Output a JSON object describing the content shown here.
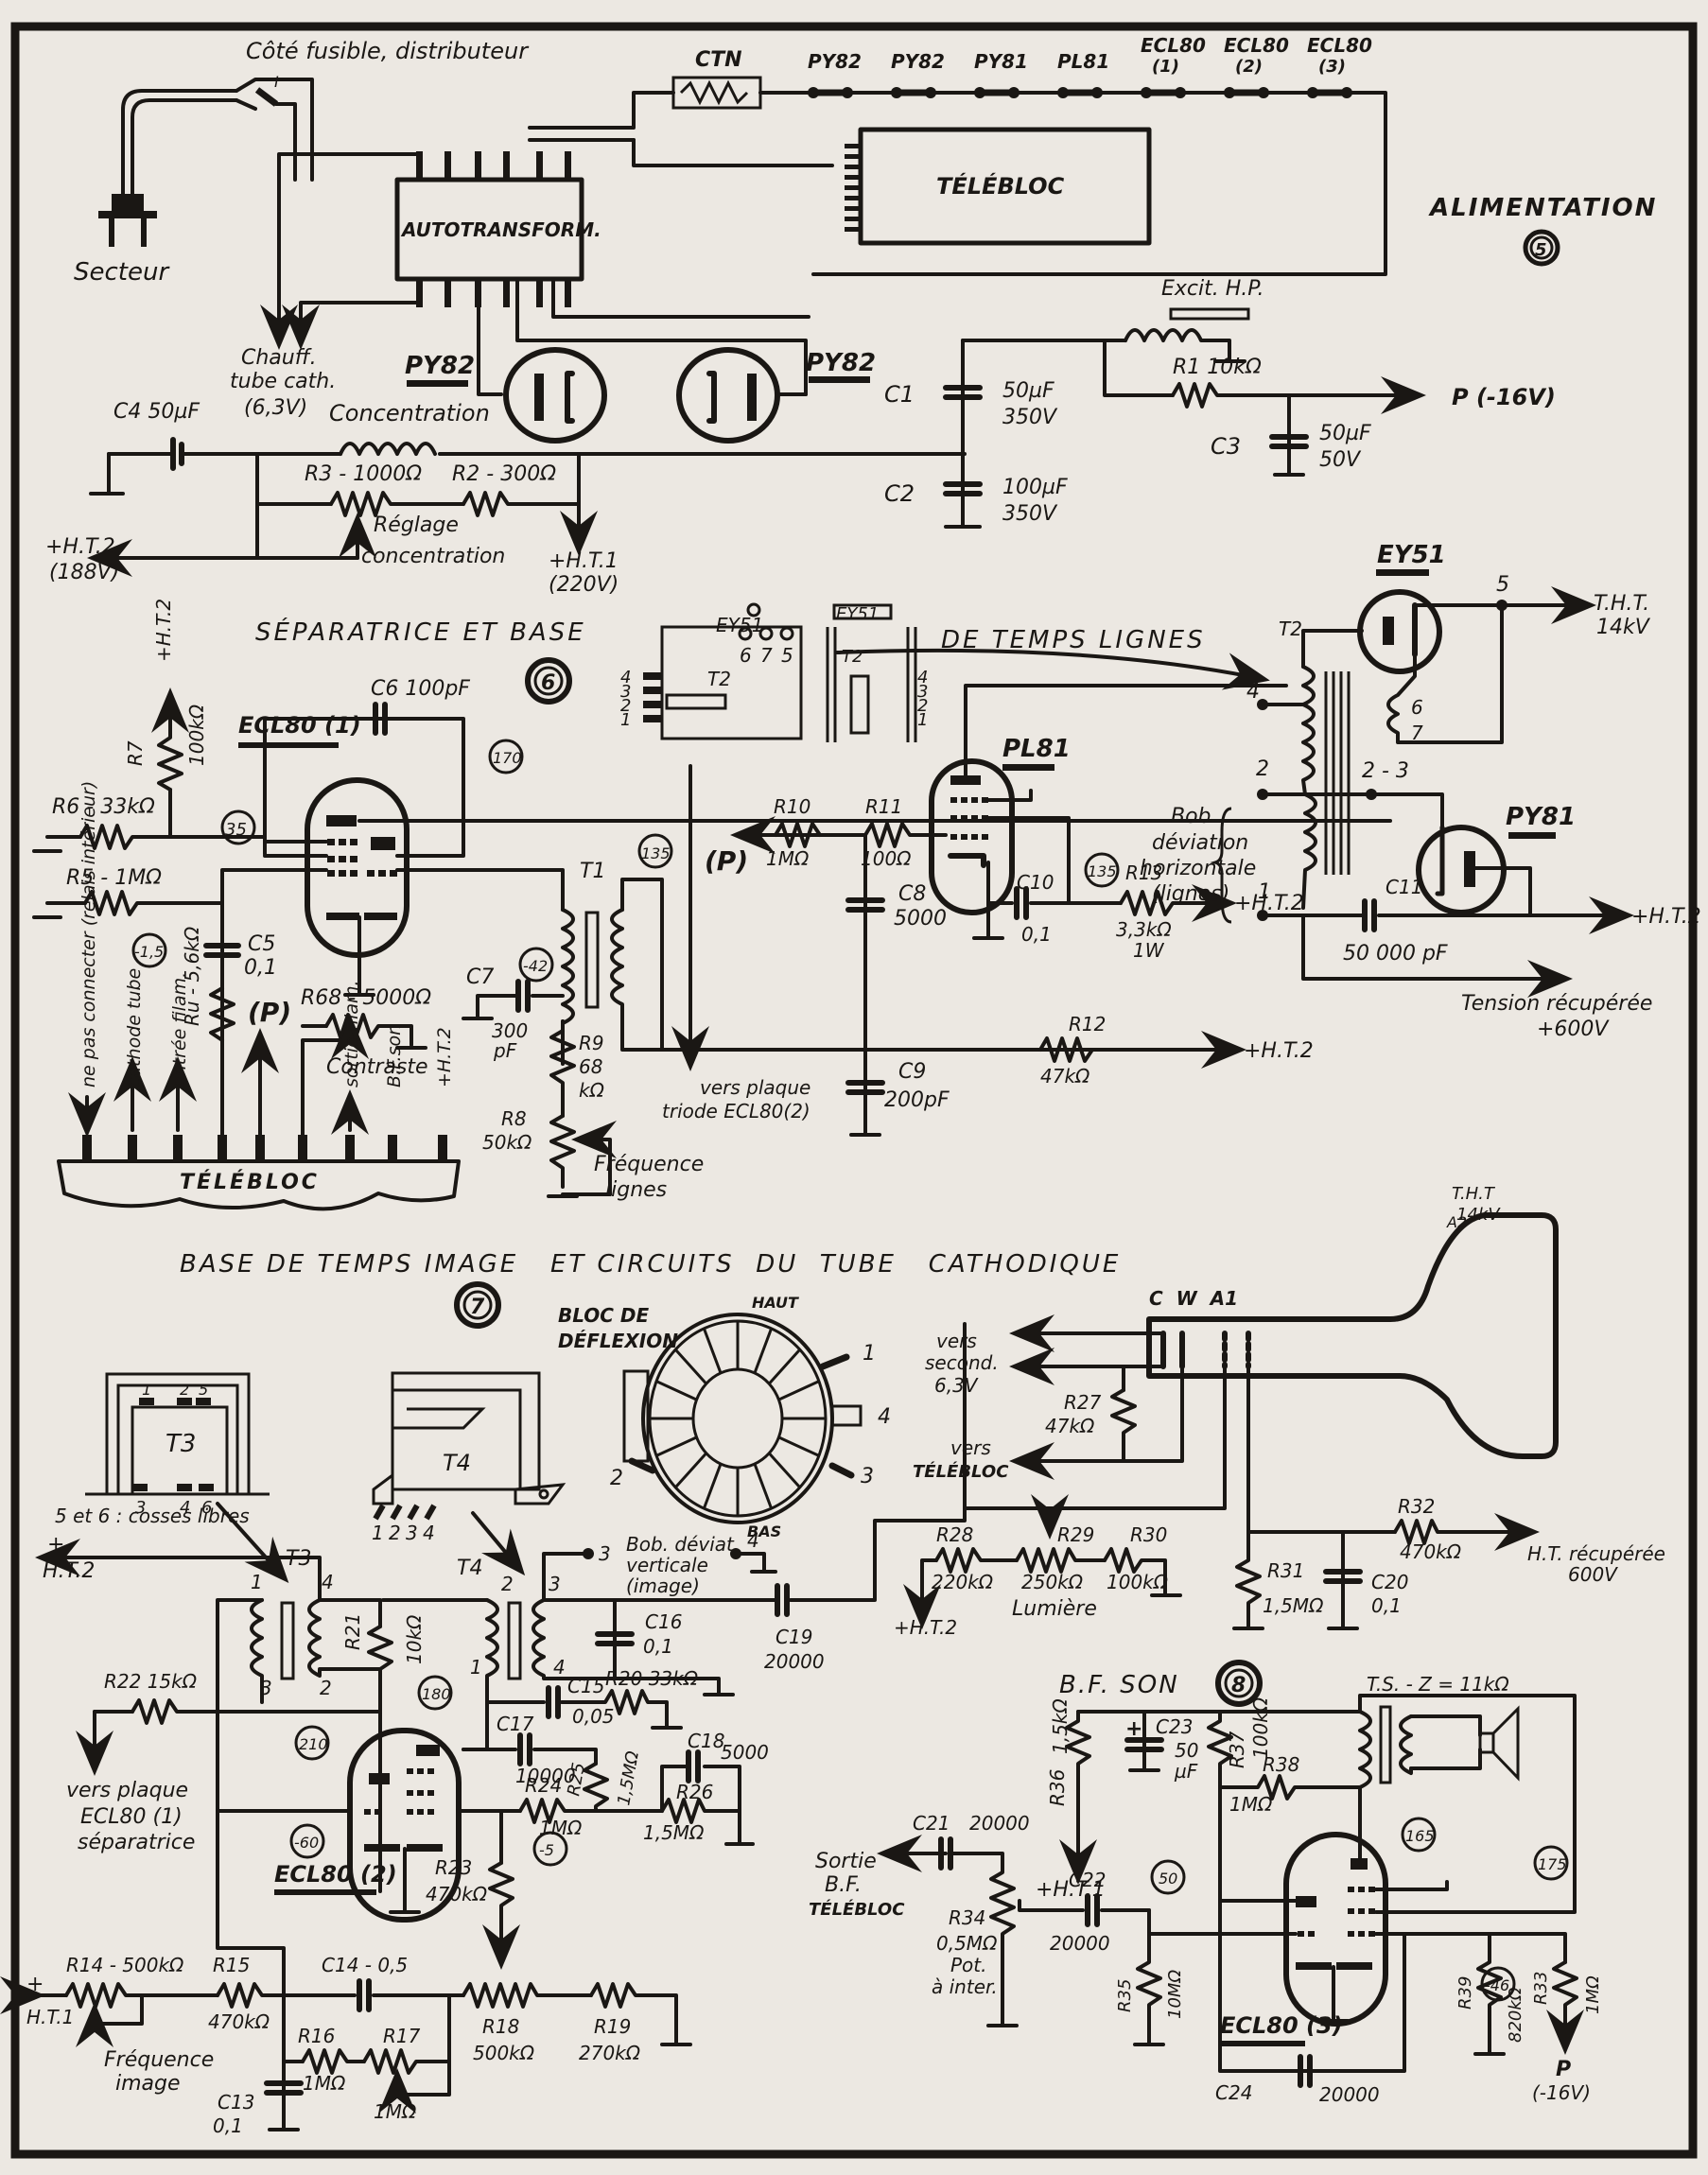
{
  "sections": {
    "alimentation": {
      "title": "ALIMENTATION",
      "number": "5"
    },
    "separatrice": {
      "title_part1": "SÉPARATRICE ET BASE",
      "title_part2": "DE TEMPS LIGNES",
      "number": "6"
    },
    "image": {
      "title": "BASE DE TEMPS IMAGE   ET CIRCUITS  DU  TUBE   CATHODIQUE",
      "number": "7"
    },
    "bf_son": {
      "title": "B.F. SON",
      "number": "8"
    }
  },
  "power": {
    "fuse_side": "Côté fusible, distributeur",
    "switch": "I",
    "mains": "Secteur",
    "ctn": "CTN",
    "heater_chain": [
      "PY82",
      "PY82",
      "PY81",
      "PL81",
      "ECL80 (1)",
      "ECL80 (2)",
      "ECL80 (3)"
    ],
    "telebloc": "TÉLÉBLOC",
    "autotransformer": "AUTOTRANSFORM.",
    "heater_tube": [
      "Chauff.",
      "tube cath.",
      "(6,3V)"
    ],
    "rectifier_left": "PY82",
    "rectifier_right": "PY82",
    "c4": "C4 50µF",
    "concentration": "Concentration",
    "r3": "R3 - 1000Ω",
    "r2": "R2 - 300Ω",
    "reglage": [
      "Réglage",
      "concentration"
    ],
    "ht2": [
      "+H.T.2",
      "(188V)"
    ],
    "ht1": [
      "+H.T.1",
      "(220V)"
    ],
    "c1": {
      "name": "C1",
      "value": [
        "50µF",
        "350V"
      ]
    },
    "c2": {
      "name": "C2",
      "value": [
        "100µF",
        "350V"
      ]
    },
    "excit": "Excit. H.P.",
    "r1": "R1  10kΩ",
    "p_out": "P  (-16V)",
    "c3": {
      "name": "C3",
      "value": [
        "50µF",
        "50V"
      ]
    }
  },
  "lines": {
    "ecl80_1": "ECL80 (1)",
    "c6": "C6  100pF",
    "r7": [
      "R7",
      "100kΩ"
    ],
    "r7_ht": "+H.T.2",
    "r6": "R6 - 33kΩ",
    "r5": "R5 - 1MΩ",
    "v35": "35",
    "v170": "170",
    "v135a": "135",
    "v_1_5": "-1,5",
    "v_42": "-42",
    "c5": [
      "C5",
      "0,1"
    ],
    "ru": "Ru - 5,6kΩ",
    "p_label": "(P)",
    "r68": "R68 - 5000Ω",
    "contraste": "Contraste",
    "c7": [
      "C7",
      "300",
      "pF"
    ],
    "r9": [
      "R9",
      "68",
      "kΩ"
    ],
    "r8": [
      "R8",
      "50kΩ"
    ],
    "freq_lignes": [
      "Fréquence",
      "lignes"
    ],
    "t1": "T1",
    "telebloc_pins": [
      "ne pas connecter (relais intérieur)",
      "cathode tube",
      "entrée filam.",
      "",
      "",
      "",
      "sortie filam.",
      "B.F.son",
      "+H.T.2"
    ],
    "telebloc": "TÉLÉBLOC",
    "vers_plaque": [
      "vers plaque",
      "triode ECL80(2)"
    ],
    "r10": [
      "R10",
      "1MΩ"
    ],
    "r11": [
      "R11",
      "100Ω"
    ],
    "c8": [
      "C8",
      "5000"
    ],
    "c9": [
      "C9",
      "200pF"
    ],
    "pl81": "PL81",
    "c10": [
      "C10",
      "0,1"
    ],
    "v135b": "135",
    "r13": [
      "R13",
      "3,3kΩ",
      "1W"
    ],
    "r12": [
      "R12",
      "47kΩ"
    ],
    "ht2": "+H.T.2",
    "ey51_small": "EY51",
    "t2_pins_top": [
      "6",
      "7",
      "5"
    ],
    "t2_pins_side": [
      "4",
      "3",
      "2",
      "1"
    ],
    "t2": "T2",
    "ey51": "EY51",
    "tht": [
      "T.H.T.",
      "14kV"
    ],
    "pin5": "5",
    "pin4": "4",
    "pin6": "6",
    "pin7": "7",
    "pin2": "2",
    "pin23": "2 - 3",
    "pin1": "1",
    "bob": [
      "Bob",
      "déviation",
      "horizontale",
      "(lignes)"
    ],
    "py81": "PY81",
    "c11": [
      "C11",
      "50 000 pF"
    ],
    "tension": [
      "Tension récupérée",
      "+600V"
    ]
  },
  "image": {
    "t3": "T3",
    "t3_pins_top": [
      "1",
      "2",
      "5"
    ],
    "t3_pins_bottom": [
      "3",
      "4",
      "6"
    ],
    "cosses": "5 et 6 : cosses libres",
    "t4": "T4",
    "t4_pins": [
      "1",
      "2",
      "3",
      "4"
    ],
    "bloc": [
      "BLOC DE",
      "DÉFLEXION"
    ],
    "haut": "HAUT",
    "bas": "BAS",
    "yoke_pins": [
      "1",
      "4",
      "3",
      "2"
    ],
    "ht2": [
      "+",
      "H.T.2"
    ],
    "bob_vert": [
      "Bob. déviat.",
      "verticale",
      "(image)"
    ],
    "c16": [
      "C16",
      "0,1"
    ],
    "c19": [
      "C19",
      "20000"
    ],
    "r21": [
      "R21",
      "10kΩ"
    ],
    "r22": "R22  15kΩ",
    "vers_plaque": [
      "vers plaque",
      "ECL80 (1)",
      "séparatrice"
    ],
    "v180": "180",
    "v210": "210",
    "v_60": "-60",
    "v_5": "-5",
    "c15": [
      "C15",
      "0,05"
    ],
    "r20": "R20  33kΩ",
    "c17": [
      "C17",
      "10000"
    ],
    "r25": [
      "R25",
      "1,5MΩ"
    ],
    "c18": [
      "C18",
      "5000"
    ],
    "r24": [
      "R24",
      "1MΩ"
    ],
    "r26": [
      "R26",
      "1,5MΩ"
    ],
    "ecl80_2": "ECL80 (2)",
    "r23": [
      "R23",
      "470kΩ"
    ],
    "r14": "R14 - 500kΩ",
    "r15": [
      "R15",
      "470kΩ"
    ],
    "c14": "C14 - 0,5",
    "ht1": [
      "+",
      "H.T.1"
    ],
    "freq_image": [
      "Fréquence",
      "image"
    ],
    "r16": [
      "R16",
      "1MΩ"
    ],
    "r17": [
      "R17",
      "1MΩ"
    ],
    "r18": [
      "R18",
      "500kΩ"
    ],
    "r19": [
      "R19",
      "270kΩ"
    ],
    "c13": [
      "C13",
      "0,1"
    ],
    "crt_tht": [
      "T.H.T",
      "14kV"
    ],
    "a2": "A2",
    "cwa": "C  W  A1",
    "vers_second": [
      "vers",
      "second.",
      "6,3V"
    ],
    "r27": [
      "R27",
      "47kΩ"
    ],
    "vers_telebloc": [
      "vers",
      "TÉLÉBLOC"
    ],
    "r28": [
      "R28",
      "220kΩ"
    ],
    "r29": [
      "R29",
      "250kΩ"
    ],
    "r30": [
      "R30",
      "100kΩ"
    ],
    "lumiere": "Lumière",
    "ht2_b": "+H.T.2",
    "r31": [
      "R31",
      "1,5MΩ"
    ],
    "c20": [
      "C20",
      "0,1"
    ],
    "r32": [
      "R32",
      "470kΩ"
    ],
    "ht_recup": [
      "H.T. récupérée",
      "600V"
    ]
  },
  "bf": {
    "r36": [
      "R36",
      "1,5kΩ"
    ],
    "c23": [
      "C23",
      "50",
      "µF"
    ],
    "r37": [
      "R37",
      "100kΩ"
    ],
    "ts": "T.S. - Z = 11kΩ",
    "r38": [
      "R38",
      "1MΩ"
    ],
    "v165": "165",
    "v50": "50",
    "v175": "175",
    "v_46": "-46",
    "ht1": "+H.T.1",
    "sortie": [
      "Sortie",
      "B.F.",
      "TÉLÉBLOC"
    ],
    "c21": [
      "C21",
      "20000"
    ],
    "r34": [
      "R34",
      "0,5MΩ",
      "Pot.",
      "à inter."
    ],
    "c22": [
      "C22",
      "20000"
    ],
    "r35": [
      "R35",
      "10MΩ"
    ],
    "ecl80_3": "ECL80 (3)",
    "c24": [
      "C24",
      "20000"
    ],
    "r39": [
      "R39",
      "820kΩ"
    ],
    "r33": [
      "R33",
      "1MΩ"
    ],
    "p_out": [
      "P",
      "(-16V)"
    ]
  }
}
